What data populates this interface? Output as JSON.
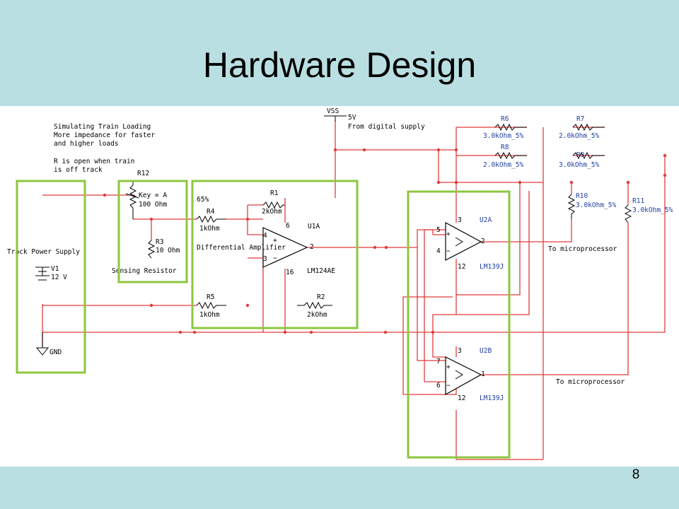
{
  "slide": {
    "title": "Hardware Design",
    "page_number": "8"
  },
  "colors": {
    "banner": "#b9dfe2",
    "wire": "#e23b3b",
    "highlight_box": "#8ec63f",
    "part_label": "#1f3fa0"
  },
  "schematic": {
    "note_lines": [
      "Simulating Train Loading",
      "More impedance for faster",
      "and higher loads",
      "R is open when train",
      "is off track"
    ],
    "vss": {
      "name": "VSS",
      "value": "5V",
      "desc": "From digital supply"
    },
    "track_supply": {
      "label": "Track Power Supply",
      "name": "V1",
      "value": "12 V",
      "ground": "GND"
    },
    "r12": {
      "name": "R12",
      "key": "Key = A",
      "value": "100 Ohm",
      "percent": "65%"
    },
    "r3": {
      "name": "R3",
      "value": "10 Ohm",
      "caption": "Sensing Resistor"
    },
    "r1": {
      "name": "R1",
      "value": "2kOhm"
    },
    "r4": {
      "name": "R4",
      "value": "1kOhm"
    },
    "r5": {
      "name": "R5",
      "value": "1kOhm"
    },
    "r2": {
      "name": "R2",
      "value": "2kOhm"
    },
    "u1a": {
      "name": "U1A",
      "part": "LM124AE",
      "caption": "Differential Amplifier",
      "pin_top": "6",
      "pin_in_plus": "4",
      "pin_in_minus": "3",
      "pin_out": "2",
      "pin_bottom": "16"
    },
    "r6": {
      "name": "R6",
      "value": "3.0kOhm_5%"
    },
    "r7": {
      "name": "R7",
      "value": "2.0kOhm_5%"
    },
    "r8": {
      "name": "R8",
      "value": "2.0kOhm_5%"
    },
    "r9": {
      "name": "R9",
      "value": "3.0kOhm_5%"
    },
    "r10": {
      "name": "R10",
      "value": "3.0kOhm_5%"
    },
    "r11": {
      "name": "R11",
      "value": "3.0kOhm_5%"
    },
    "u2a": {
      "name": "U2A",
      "part": "LM139J",
      "pin_top": "3",
      "pin_plus": "5",
      "pin_minus": "4",
      "pin_out": "2",
      "pin_bottom": "12"
    },
    "u2b": {
      "name": "U2B",
      "part": "LM139J",
      "pin_top": "3",
      "pin_plus": "7",
      "pin_minus": "6",
      "pin_out": "1",
      "pin_bottom": "12"
    },
    "out_a": "To microprocessor",
    "out_b": "To microprocessor"
  }
}
